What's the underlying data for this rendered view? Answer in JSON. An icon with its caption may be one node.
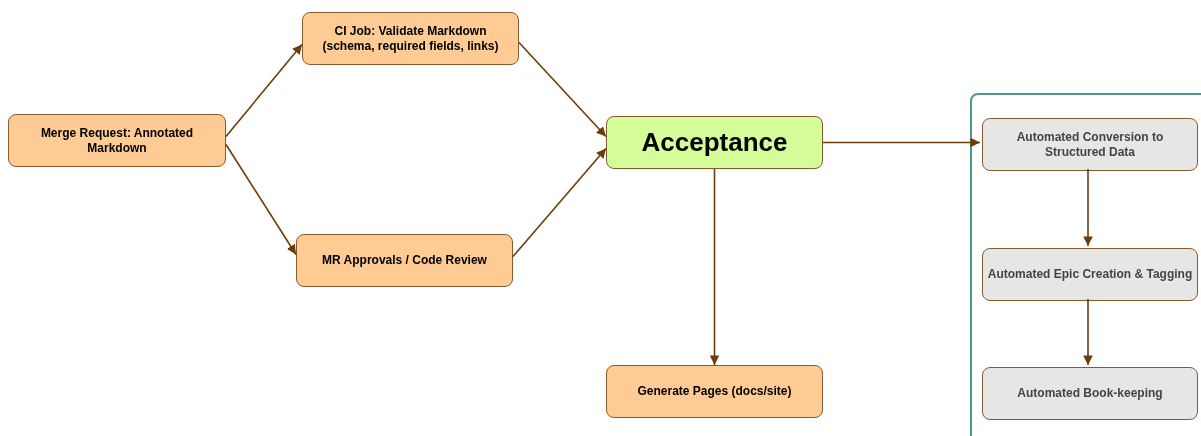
{
  "diagram": {
    "nodes": [
      {
        "text": [
          "Merge Request: Annotated Markdown"
        ]
      },
      {
        "text": [
          "CI Job: Validate Markdown (schema, required fields, links)"
        ]
      },
      {
        "text": [
          "MR Approvals / Code Review"
        ]
      },
      {
        "text": [
          "Acceptance"
        ]
      },
      {
        "text": [
          "Generate Pages (docs/site)"
        ]
      },
      {
        "text": [],
        "shape": "box"
      },
      {
        "text": [
          "Automated Conversion to Structured Data"
        ],
        "in": 5
      },
      {
        "text": [
          "Automated Epic Creation & Tagging"
        ],
        "in": 5
      },
      {
        "text": [
          "Automated Book-keeping"
        ],
        "in": 5
      }
    ],
    "edges": [
      {
        "from": 0,
        "to": 1,
        "arrow": "to"
      },
      {
        "from": 0,
        "to": 2,
        "arrow": "to"
      },
      {
        "from": 1,
        "to": 3,
        "arrow": "to"
      },
      {
        "from": 2,
        "to": 3,
        "arrow": "to"
      },
      {
        "from": 3,
        "to": 6,
        "arrow": "to"
      },
      {
        "from": 3,
        "to": 4,
        "arrow": "to"
      },
      {
        "from": 6,
        "to": 7,
        "arrow": "to"
      },
      {
        "from": 7,
        "to": 8,
        "arrow": "to"
      }
    ]
  }
}
